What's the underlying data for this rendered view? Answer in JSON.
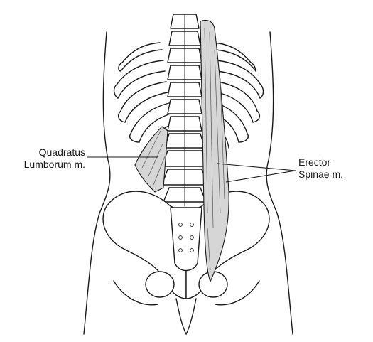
{
  "labels": {
    "quadratus_line1": "Quadratus",
    "quadratus_line2": "Lumborum m.",
    "erector_line1": "Erector",
    "erector_line2": "Spinae m."
  }
}
